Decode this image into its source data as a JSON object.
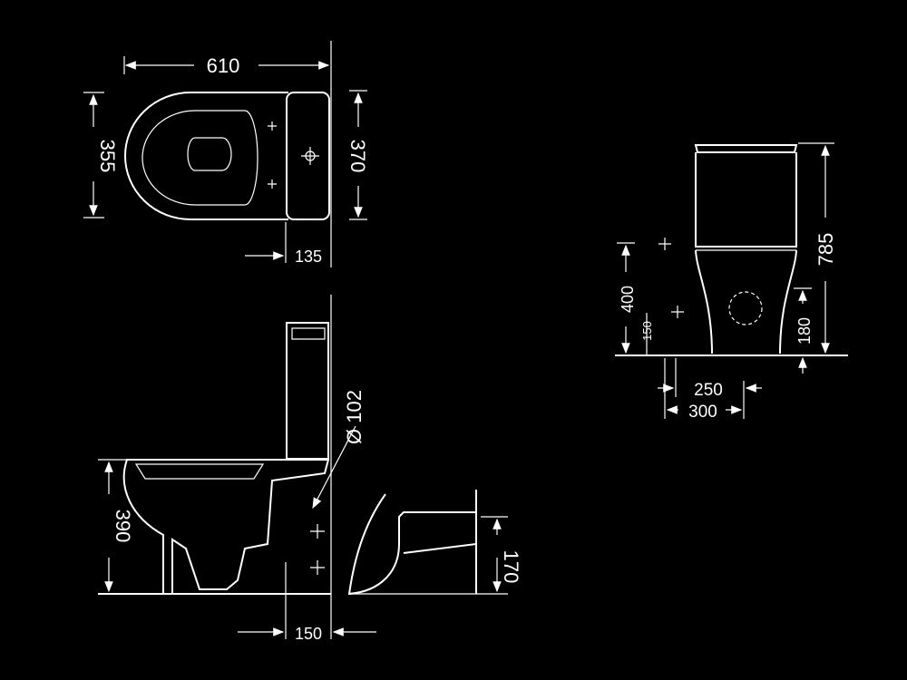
{
  "colors": {
    "background": "#000000",
    "lines": "#ffffff"
  },
  "top_view": {
    "length": "610",
    "bowl_width": "355",
    "tank_width": "370",
    "tank_depth": "135"
  },
  "side_view": {
    "pipe_diameter": "Ø 102",
    "seat_height": "390",
    "outlet_offset": "150",
    "outlet_height": "170"
  },
  "front_view": {
    "total_height": "785",
    "inlet_height": "400",
    "inlet_small": "150",
    "outlet_height": "180",
    "fixing_250": "250",
    "fixing_300": "300"
  }
}
